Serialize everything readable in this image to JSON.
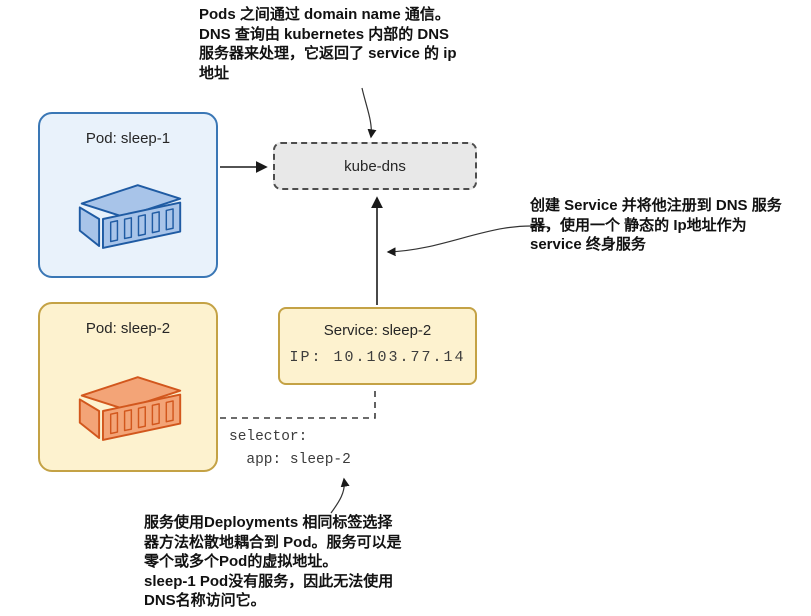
{
  "annotations": {
    "dns_note": "Pods 之间通过 domain name 通信。\nDNS 查询由 kubernetes 内部的 DNS\n服务器来处理，它返回了 service 的 ip\n地址",
    "service_note": "创建 Service 并将他注册到 DNS 服务\n器，使用一个 静态的 Ip地址作为\nservice 终身服务",
    "selector_note": "服务使用Deployments 相同标签选择\n器方法松散地耦合到 Pod。服务可以是\n零个或多个Pod的虚拟地址。\nsleep-1 Pod没有服务，因此无法使用\nDNS名称访问它。"
  },
  "nodes": {
    "pod1": {
      "label": "Pod: sleep-1"
    },
    "pod2": {
      "label": "Pod: sleep-2"
    },
    "kube_dns": {
      "label": "kube-dns"
    },
    "service": {
      "label": "Service: sleep-2",
      "ip": "IP: 10.103.77.14"
    }
  },
  "labels": {
    "selector": "selector:\n  app: sleep-2"
  },
  "colors": {
    "pod1_fill": "#e9f2fb",
    "pod1_border": "#3a77b5",
    "pod2_fill": "#fdf2cf",
    "pod2_border": "#c4a245",
    "dns_fill": "#e8e8e8",
    "container_blue": "#a8c4e9",
    "container_blue_stroke": "#1f5ba3",
    "container_orange": "#f3a477",
    "container_orange_stroke": "#d2571d"
  }
}
